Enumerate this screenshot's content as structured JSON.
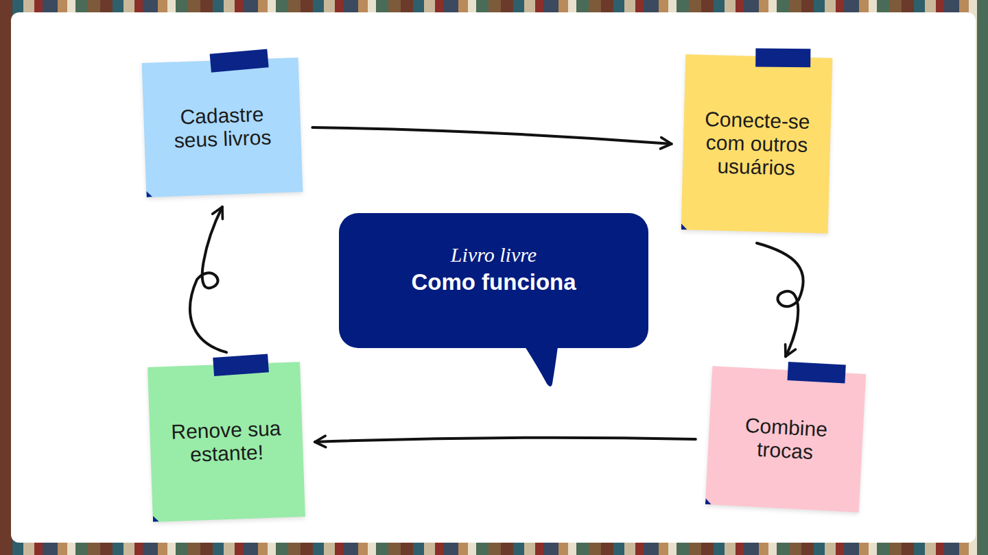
{
  "diagram": {
    "nodes": [
      {
        "text": [
          "Cadastre seus livros"
        ]
      },
      {
        "text": [
          "Conecte-se com outros usuários"
        ]
      },
      {
        "text": [
          "Livro livre",
          "Como funciona"
        ]
      },
      {
        "text": [
          "Combine trocas"
        ]
      },
      {
        "text": [
          "Renove sua estante!"
        ]
      }
    ],
    "edges": [
      {
        "from": 0,
        "to": 1,
        "arrow": "to"
      },
      {
        "from": 1,
        "to": 3,
        "arrow": "to"
      },
      {
        "from": 3,
        "to": 4,
        "arrow": "to"
      },
      {
        "from": 4,
        "to": 0,
        "arrow": "to"
      }
    ]
  }
}
